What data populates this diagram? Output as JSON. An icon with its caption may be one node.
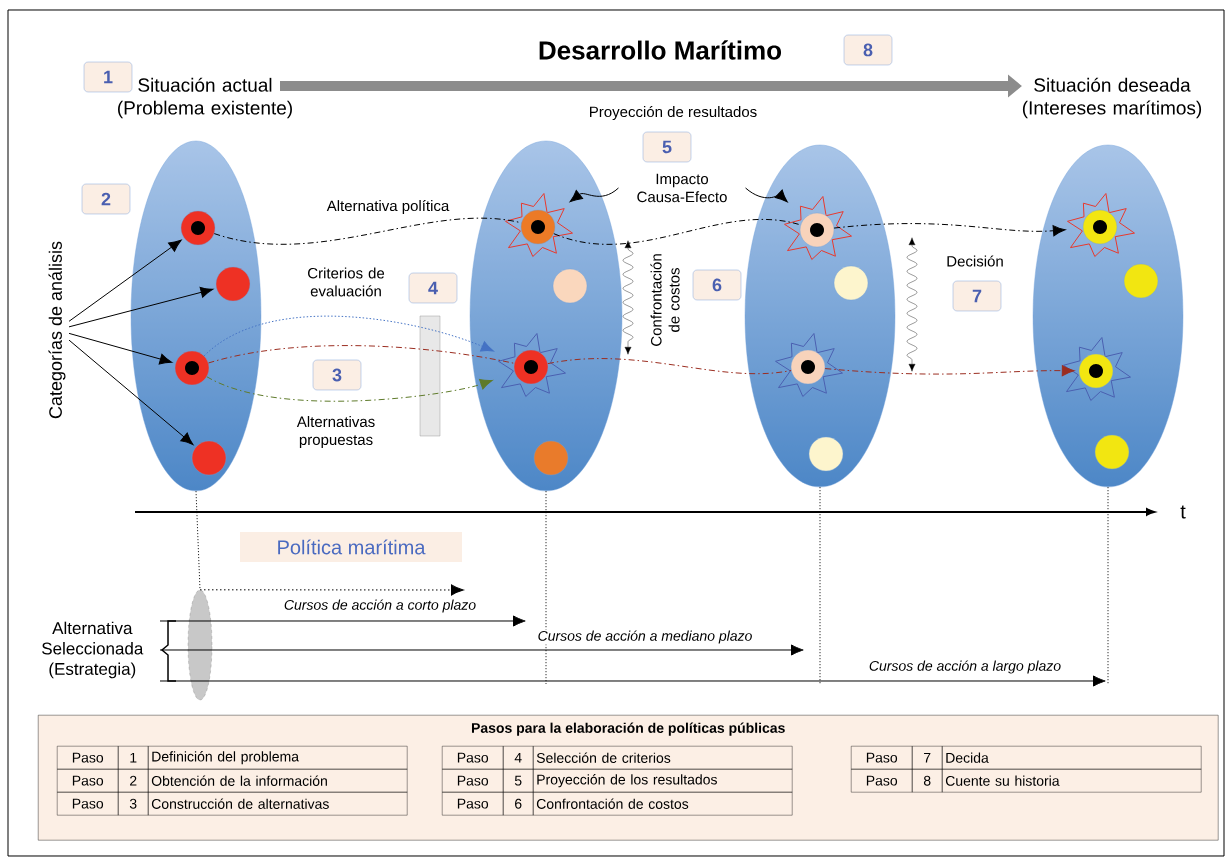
{
  "diagram": {
    "title": "Desarrollo Marítimo",
    "nodes": [
      {
        "text": [],
        "shape": "ellipse"
      },
      {
        "text": [],
        "shape": "ellipse"
      },
      {
        "text": [],
        "shape": "ellipse"
      },
      {
        "text": [],
        "shape": "ellipse"
      },
      {
        "text": [],
        "shape": "circle",
        "in": 0
      },
      {
        "text": [],
        "shape": "circle",
        "in": 0
      },
      {
        "text": [],
        "shape": "circle",
        "in": 0
      },
      {
        "text": [],
        "shape": "circle",
        "in": 0
      },
      {
        "text": [],
        "shape": "circle",
        "in": 1
      },
      {
        "text": [],
        "shape": "circle",
        "in": 1
      },
      {
        "text": [],
        "shape": "circle",
        "in": 1
      },
      {
        "text": [],
        "shape": "circle",
        "in": 1
      },
      {
        "text": [],
        "shape": "circle",
        "in": 2
      },
      {
        "text": [],
        "shape": "circle",
        "in": 2
      },
      {
        "text": [],
        "shape": "circle",
        "in": 2
      },
      {
        "text": [],
        "shape": "circle",
        "in": 2
      },
      {
        "text": [],
        "shape": "circle",
        "in": 3
      },
      {
        "text": [],
        "shape": "circle",
        "in": 3
      },
      {
        "text": [],
        "shape": "circle",
        "in": 3
      },
      {
        "text": [],
        "shape": "circle",
        "in": 3
      },
      {
        "text": [
          "Categorías de análisis"
        ]
      },
      {
        "text": [
          "Impacto Causa-Efecto"
        ]
      },
      {
        "text": [
          "1"
        ]
      },
      {
        "text": [
          "2"
        ]
      },
      {
        "text": [
          "3"
        ]
      },
      {
        "text": [
          "4"
        ]
      },
      {
        "text": [
          "5"
        ]
      },
      {
        "text": [
          "6"
        ]
      },
      {
        "text": [
          "7"
        ]
      },
      {
        "text": [
          "8"
        ]
      },
      {
        "text": [
          "Política marítima"
        ]
      },
      {
        "text": [],
        "shape": "ellipse"
      },
      {
        "text": [
          "Alternativa Seleccionada (Estrategia)"
        ]
      },
      {
        "text": [
          "Pasos para la elaboración de políticas públicas"
        ]
      }
    ],
    "edges": [
      {
        "from": 20,
        "to": 4,
        "arrow": "to"
      },
      {
        "from": 20,
        "to": 5,
        "arrow": "to"
      },
      {
        "from": 20,
        "to": 6,
        "arrow": "to"
      },
      {
        "from": 20,
        "to": 7,
        "arrow": "to"
      },
      {
        "from": 4,
        "to": 8,
        "arrow": "none",
        "style": "dashed"
      },
      {
        "from": 8,
        "to": 12,
        "arrow": "none",
        "style": "dashed"
      },
      {
        "from": 12,
        "to": 16,
        "arrow": "to",
        "style": "dashed"
      },
      {
        "from": 6,
        "to": 10,
        "arrow": "to",
        "style": "dashed",
        "color": "#4472c4"
      },
      {
        "from": 6,
        "to": 10,
        "arrow": "none",
        "style": "dashed",
        "color": "#9b2d20"
      },
      {
        "from": 10,
        "to": 14,
        "arrow": "none",
        "style": "dashed",
        "color": "#9b2d20"
      },
      {
        "from": 14,
        "to": 18,
        "arrow": "to",
        "style": "dashed",
        "color": "#9b2d20"
      },
      {
        "from": 6,
        "to": 10,
        "arrow": "to",
        "style": "dashed",
        "color": "#5e7a2a"
      },
      {
        "from": 21,
        "to": 8,
        "arrow": "to"
      },
      {
        "from": 21,
        "to": 12,
        "arrow": "to"
      },
      {
        "from": 31,
        "to": null,
        "arrow": "to",
        "style": "dashed"
      },
      {
        "from": 32,
        "to": null,
        "arrow": "to",
        "label": "Cursos de acción a corto plazo"
      },
      {
        "from": 32,
        "to": null,
        "arrow": "to",
        "label": "Cursos de acción a mediano plazo"
      },
      {
        "from": 32,
        "to": null,
        "arrow": "to",
        "label": "Cursos de acción a largo plazo"
      },
      {
        "from": 0,
        "to": 31,
        "arrow": "none",
        "style": "dashed"
      },
      {
        "from": 1,
        "to": null,
        "arrow": "none",
        "style": "dashed"
      },
      {
        "from": 2,
        "to": null,
        "arrow": "none",
        "style": "dashed"
      },
      {
        "from": 3,
        "to": null,
        "arrow": "none",
        "style": "dashed"
      }
    ],
    "labels": [
      "Situación actual (Problema existente)",
      "Situación deseada (Intereses marítimos)",
      "Proyección de resultados",
      "Alternativa política",
      "Criterios de evaluación",
      "Confrontación de costos",
      "Decisión",
      "Alternativas propuestas",
      "t",
      "Paso",
      "1",
      "Definición del problema",
      "Paso",
      "4",
      "Selección de criterios",
      "Paso",
      "7",
      "Decida",
      "Paso",
      "2",
      "Obtención de la información",
      "Paso",
      "5",
      "Proyección de los resultados",
      "Paso",
      "8",
      "Cuente su historia",
      "Paso",
      "3",
      "Construcción de alternativas",
      "Paso",
      "6",
      "Confrontación de costos"
    ]
  }
}
